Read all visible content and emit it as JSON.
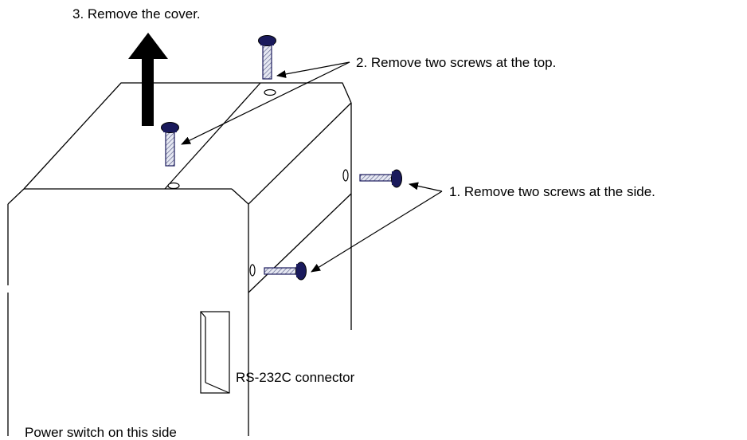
{
  "labels": {
    "step3": "3. Remove the cover.",
    "step2": "2. Remove two screws at the top.",
    "step1": "1. Remove two screws at the side.",
    "connector": "RS-232C connector",
    "power": "Power switch on this side"
  },
  "colors": {
    "line": "#000000",
    "screw_head": "#1a1a5c",
    "screw_shank": "#b8bcd8",
    "background": "#ffffff"
  },
  "icons": {
    "arrow": "up-arrow-icon",
    "screw": "screw-icon"
  }
}
